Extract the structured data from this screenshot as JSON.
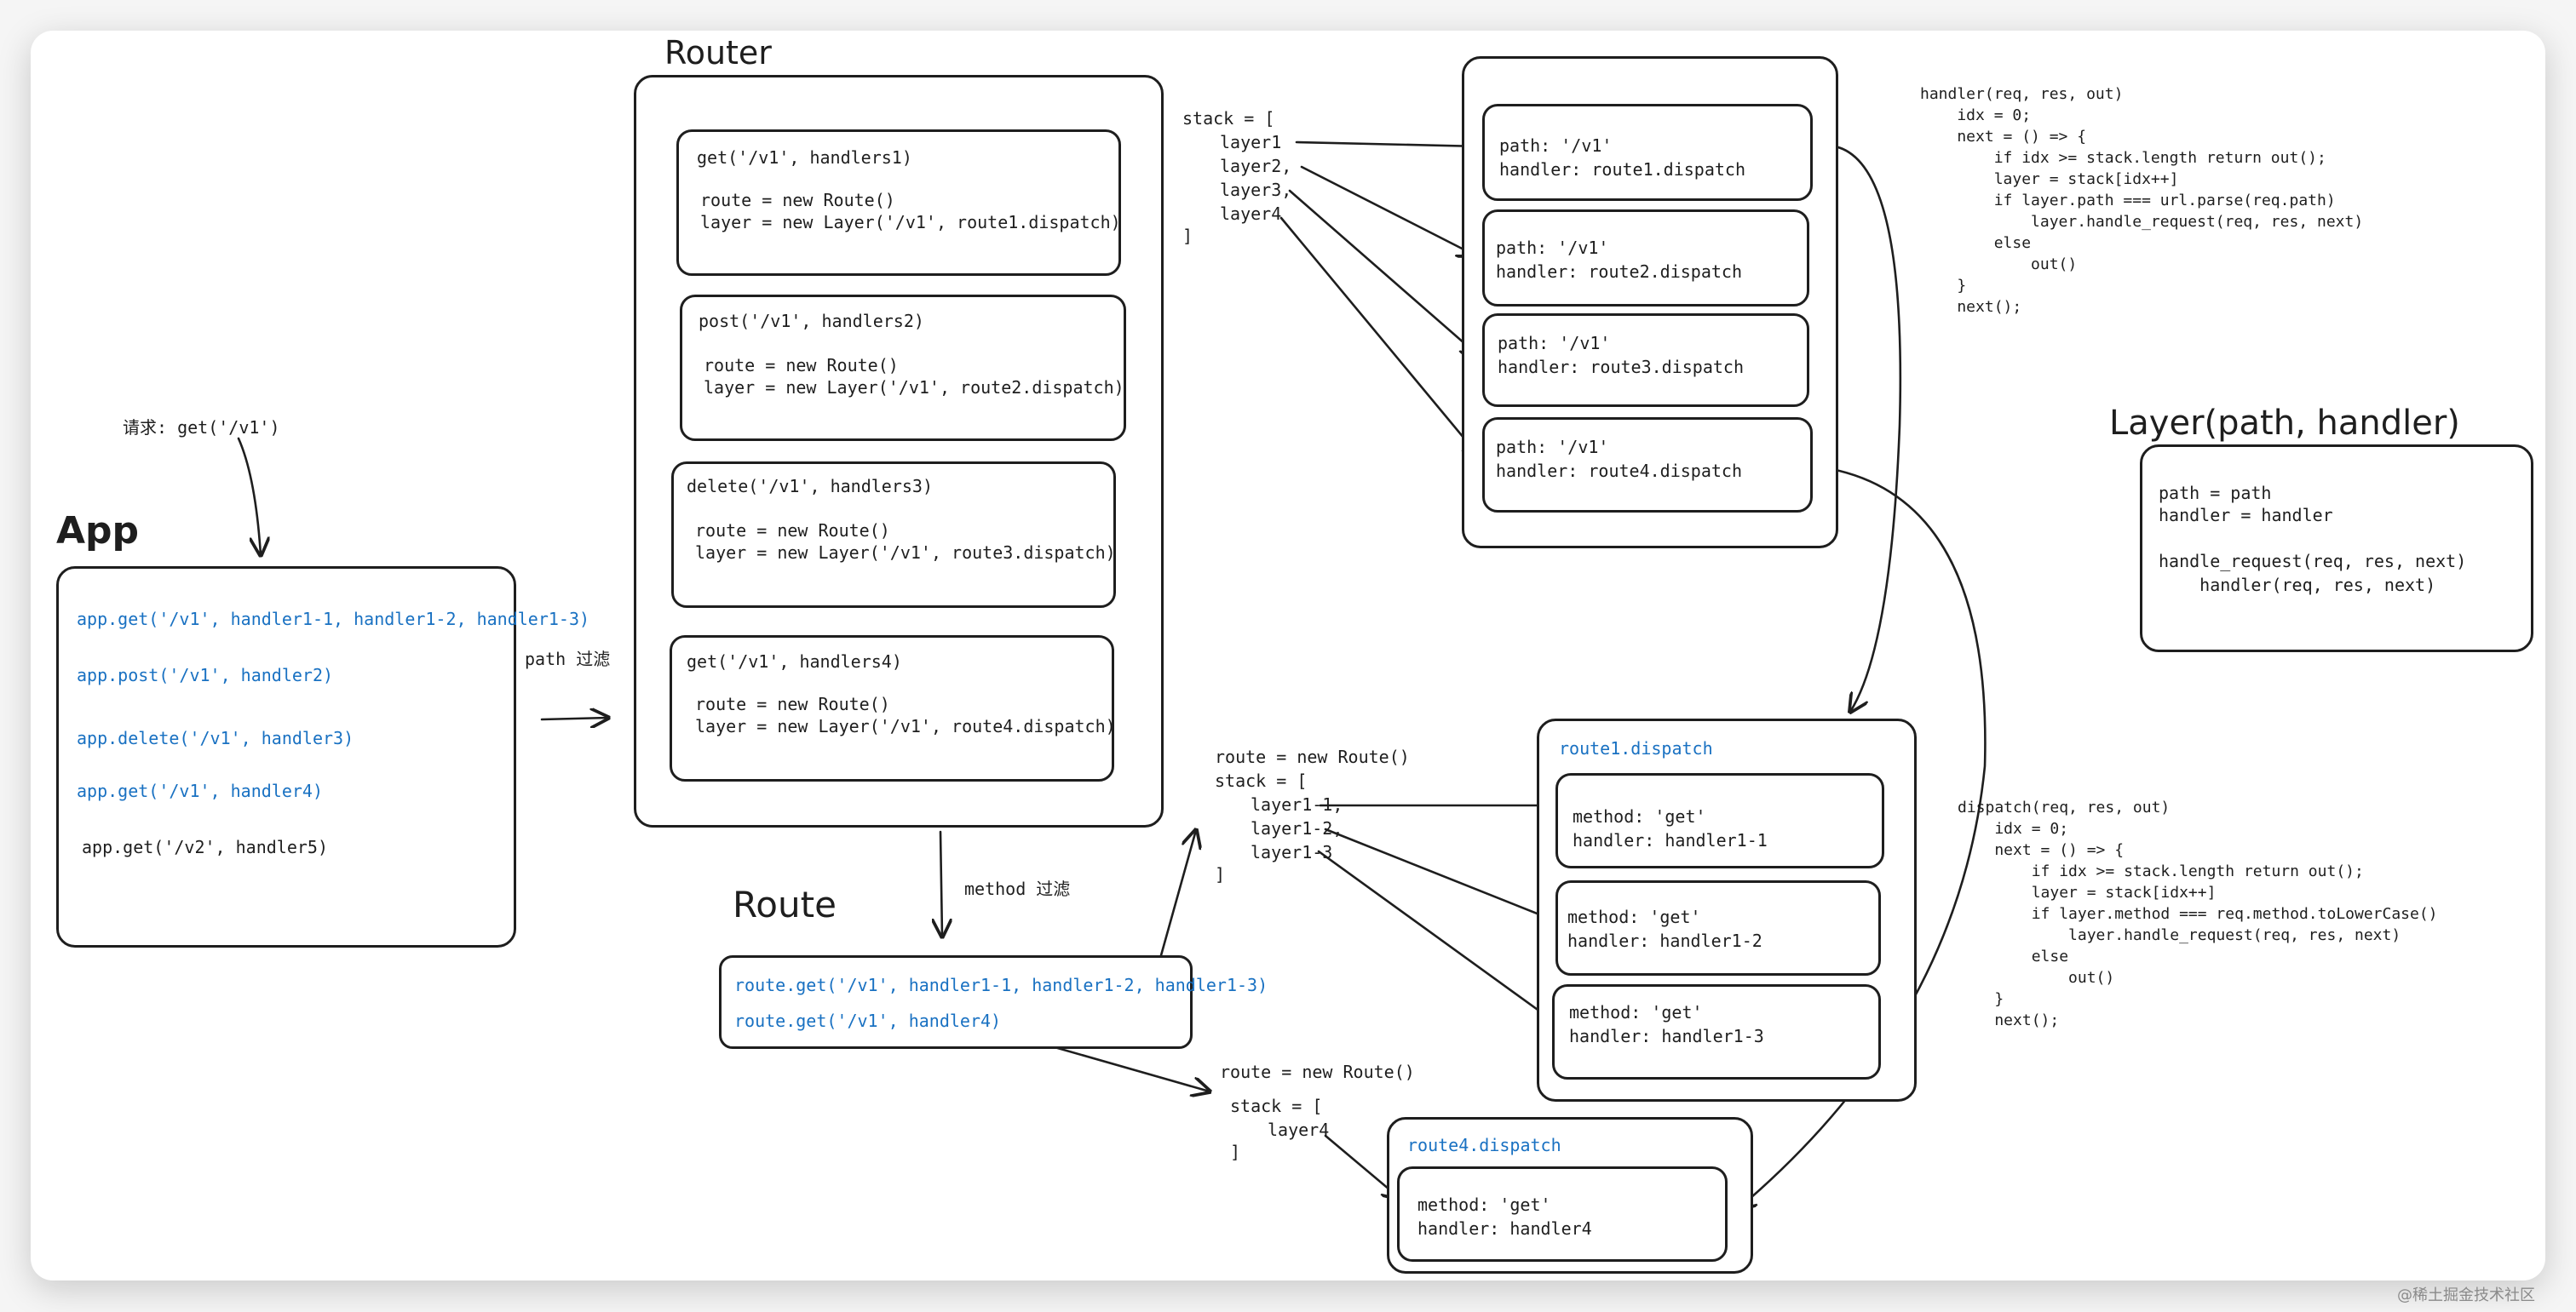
{
  "titles": {
    "router": "Router",
    "app": "App",
    "route": "Route",
    "layer": "Layer(path, handler)"
  },
  "request_label": "请求: get('/v1')",
  "path_filter_label": "path 过滤",
  "method_filter_label": "method 过滤",
  "app_box": {
    "lines": [
      "app.get('/v1', handler1-1, handler1-2, handler1-3)",
      "app.post('/v1', handler2)",
      "app.delete('/v1', handler3)",
      "app.get('/v1', handler4)",
      "app.get('/v2', handler5)"
    ]
  },
  "router_box": {
    "items": [
      {
        "line1": "get('/v1', handlers1)",
        "line2": "route = new Route()",
        "line3": "layer = new Layer('/v1', route1.dispatch)"
      },
      {
        "line1": "post('/v1', handlers2)",
        "line2": "route = new Route()",
        "line3": "layer = new Layer('/v1', route2.dispatch)"
      },
      {
        "line1": "delete('/v1', handlers3)",
        "line2": "route = new Route()",
        "line3": "layer = new Layer('/v1', route3.dispatch)"
      },
      {
        "line1": "get('/v1', handlers4)",
        "line2": "route = new Route()",
        "line3": "layer = new Layer('/v1', route4.dispatch)"
      }
    ]
  },
  "router_stack": {
    "open": "stack = [",
    "items": [
      "layer1",
      "layer2,",
      "layer3,",
      "layer4"
    ],
    "close": "]"
  },
  "layers_box": {
    "items": [
      {
        "path": "path: '/v1'",
        "handler": "handler: route1.dispatch"
      },
      {
        "path": "path: '/v1'",
        "handler": "handler: route2.dispatch"
      },
      {
        "path": "path: '/v1'",
        "handler": "handler: route3.dispatch"
      },
      {
        "path": "path: '/v1'",
        "handler": "handler: route4.dispatch"
      }
    ]
  },
  "router_handler_code": [
    "handler(req, res, out)",
    "    idx = 0;",
    "    next = () => {",
    "        if idx >= stack.length return out();",
    "        layer = stack[idx++]",
    "        if layer.path === url.parse(req.path)",
    "            layer.handle_request(req, res, next)",
    "        else",
    "            out()",
    "    }",
    "    next();"
  ],
  "layer_box": {
    "lines": [
      "path = path",
      "handler = handler",
      "",
      "handle_request(req, res, next)",
      "    handler(req, res, next)"
    ]
  },
  "route_box": {
    "lines": [
      "route.get('/v1', handler1-1, handler1-2, handler1-3)",
      "route.get('/v1', handler4)"
    ]
  },
  "route1_stack": {
    "head": "route = new Route()",
    "open": "stack = [",
    "items": [
      "layer1-1,",
      "layer1-2,",
      "layer1-3"
    ],
    "close": "]"
  },
  "route1_dispatch": {
    "title": "route1.dispatch",
    "items": [
      {
        "method": "method: 'get'",
        "handler": "handler: handler1-1"
      },
      {
        "method": "method: 'get'",
        "handler": "handler: handler1-2"
      },
      {
        "method": "method: 'get'",
        "handler": "handler: handler1-3"
      }
    ]
  },
  "dispatch_code": [
    "dispatch(req, res, out)",
    "    idx = 0;",
    "    next = () => {",
    "        if idx >= stack.length return out();",
    "        layer = stack[idx++]",
    "        if layer.method === req.method.toLowerCase()",
    "            layer.handle_request(req, res, next)",
    "        else",
    "            out()",
    "    }",
    "    next();"
  ],
  "route4_stack": {
    "head": "route = new Route()",
    "open": "stack = [",
    "items": [
      "layer4"
    ],
    "close": "]"
  },
  "route4_dispatch": {
    "title": "route4.dispatch",
    "method": "method: 'get'",
    "handler": "handler: handler4"
  },
  "watermark": "@稀土掘金技术社区",
  "colors": {
    "ink": "#1e1e1e",
    "blue": "#1971c2",
    "background": "#ffffff"
  }
}
